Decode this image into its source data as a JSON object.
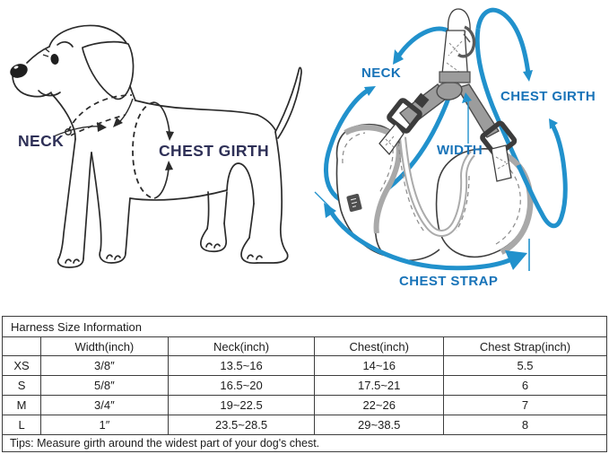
{
  "page": {
    "background": "#ffffff",
    "border_color": "#c9c9c9"
  },
  "dog_diagram": {
    "description": "puppy side-view line drawing with dashed measuring loops",
    "labels": {
      "neck": "NECK",
      "chest_girth": "CHEST GIRTH"
    },
    "label_color": "#2e3057",
    "line_color": "#2b2b2b"
  },
  "harness_diagram": {
    "description": "step-in harness drawing with blue measurement arrows",
    "labels": {
      "neck": "NECK",
      "chest_girth": "CHEST GIRTH",
      "width": "WIDTH",
      "chest_strap": "CHEST STRAP"
    },
    "label_color": "#1873b8",
    "arrow_color": "#2191cc"
  },
  "size_table": {
    "title": "Harness Size Information",
    "headers": [
      "",
      "Width(inch)",
      "Neck(inch)",
      "Chest(inch)",
      "Chest Strap(inch)"
    ],
    "rows": [
      [
        "XS",
        "3/8″",
        "13.5~16",
        "14~16",
        "5.5"
      ],
      [
        "S",
        "5/8″",
        "16.5~20",
        "17.5~21",
        "6"
      ],
      [
        "M",
        "3/4″",
        "19~22.5",
        "22~26",
        "7"
      ],
      [
        "L",
        "1″",
        "23.5~28.5",
        "29~38.5",
        "8"
      ]
    ],
    "tips": "Tips: Measure girth around the widest part of your dog's chest."
  }
}
